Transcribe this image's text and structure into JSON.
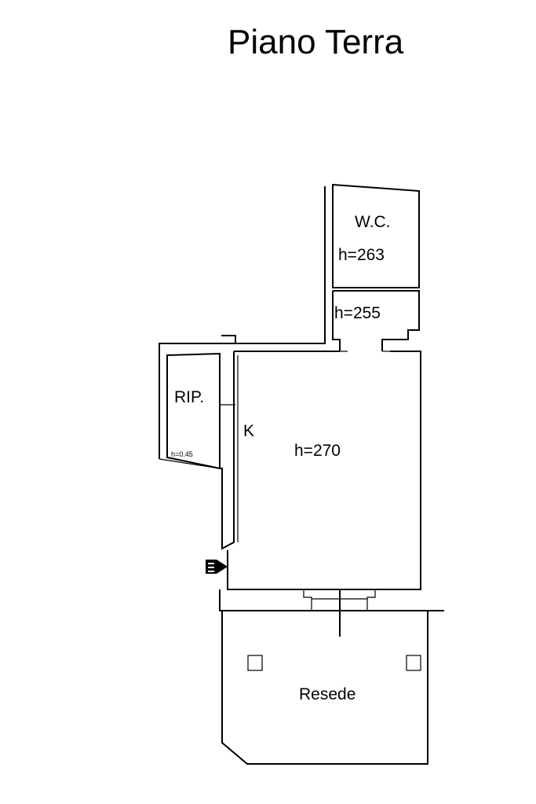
{
  "plan": {
    "title": "Piano Terra",
    "rooms": {
      "wc_name": "W.C.",
      "wc_height": "h=263",
      "hall_height": "h=255",
      "storage_name": "RIP.",
      "storage_height": "h=0.45",
      "kitchen_name": "K",
      "main_height": "h=270",
      "courtyard_name": "Resede"
    }
  }
}
